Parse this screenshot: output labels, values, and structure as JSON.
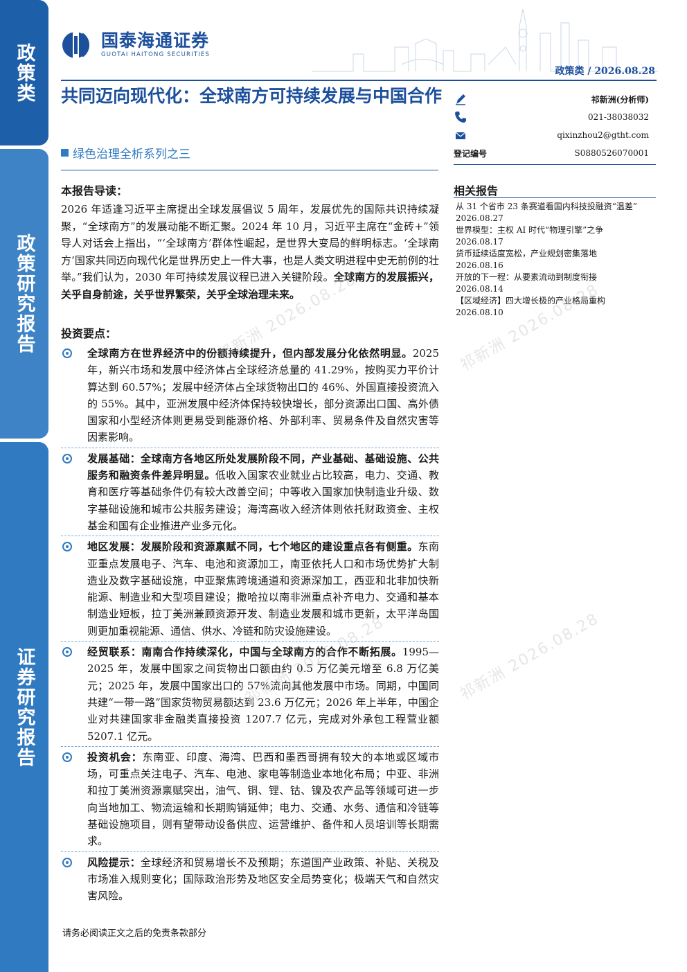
{
  "sidebar": [
    "政策类",
    "政策研究报告",
    "证券研究报告"
  ],
  "header": {
    "brand_cn": "国泰海通证券",
    "brand_en": "GUOTAI HAITONG SECURITIES",
    "category": "政策类 / 2026.08.28",
    "brand_color": "#1c4f9c"
  },
  "title": "共同迈向现代化：全球南方可持续发展与中国合作",
  "subtitle": "绿色治理全析系列之三",
  "analyst": {
    "name": "祁新洲(分析师)",
    "phone": "021-38038032",
    "email": "qixinzhou2@gtht.com",
    "reg_label": "登记编号",
    "reg_no": "S0880526070001"
  },
  "lead": {
    "heading": "本报告导读：",
    "text": "2026 年适逢习近平主席提出全球发展倡议 5 周年，发展优先的国际共识持续凝聚，“全球南方”的发展动能不断汇聚。2024 年 10 月，习近平主席在“金砖+”领导人对话会上指出，“‘全球南方’群体性崛起，是世界大变局的鲜明标志。‘全球南方’国家共同迈向现代化是世界历史上一件大事，也是人类文明进程中史无前例的壮举。”我们认为，2030 年可持续发展议程已进入关键阶段。",
    "bold": "全球南方的发展振兴，关乎自身前途，关乎世界繁荣，关乎全球治理未来。"
  },
  "invest": {
    "heading": "投资要点：",
    "points": [
      {
        "bold": "全球南方在世界经济中的份额持续提升，但内部发展分化依然明显。",
        "text": "2025 年，新兴市场和发展中经济体占全球经济总量的 41.29%，按购买力平价计算达到 60.57%；发展中经济体占全球货物出口的 46%、外国直接投资流入的 55%。其中，亚洲发展中经济体保持较快增长，部分资源出口国、高外债国家和小型经济体则更易受到能源价格、外部利率、贸易条件及自然灾害等因素影响。"
      },
      {
        "bold": "发展基础：全球南方各地区所处发展阶段不同，产业基础、基础设施、公共服务和融资条件差异明显。",
        "text": "低收入国家农业就业占比较高，电力、交通、教育和医疗等基础条件仍有较大改善空间；中等收入国家加快制造业升级、数字基础设施和城市公共服务建设；海湾高收入经济体则依托财政资金、主权基金和国有企业推进产业多元化。"
      },
      {
        "bold": "地区发展：发展阶段和资源禀赋不同，七个地区的建设重点各有侧重。",
        "text": "东南亚重点发展电子、汽车、电池和资源加工，南亚依托人口和市场优势扩大制造业及数字基础设施，中亚聚焦跨境通道和资源深加工，西亚和北非加快新能源、制造业和大型项目建设；撒哈拉以南非洲重点补齐电力、交通和基本制造业短板，拉丁美洲兼顾资源开发、制造业发展和城市更新，太平洋岛国则更加重视能源、通信、供水、冷链和防灾设施建设。"
      },
      {
        "bold": "经贸联系：南南合作持续深化，中国与全球南方的合作不断拓展。",
        "text": "1995—2025 年，发展中国家之间货物出口额由约 0.5 万亿美元增至 6.8 万亿美元；2025 年，发展中国家出口的 57%流向其他发展中市场。同期，中国同共建“一带一路”国家货物贸易额达到 23.6 万亿元；2026 年上半年，中国企业对共建国家非金融类直接投资 1207.7 亿元，完成对外承包工程营业额 5207.1 亿元。"
      },
      {
        "bold": "投资机会：",
        "text": "东南亚、印度、海湾、巴西和墨西哥拥有较大的本地或区域市场，可重点关注电子、汽车、电池、家电等制造业本地化布局；中亚、非洲和拉丁美洲资源禀赋突出，油气、铜、锂、钴、镍及农产品等领域可进一步向当地加工、物流运输和长期购销延伸；电力、交通、水务、通信和冷链等基础设施项目，则有望带动设备供应、运营维护、备件和人员培训等长期需求。"
      },
      {
        "bold": "风险提示：",
        "text": "全球经济和贸易增长不及预期；东道国产业政策、补贴、关税及市场准入规则变化；国际政治形势及地区安全局势变化；极端天气和自然灾害风险。"
      }
    ]
  },
  "related": {
    "heading": "相关报告",
    "items": [
      {
        "title": "从 31 个省市 23 条赛道看国内科技投融资“温差”",
        "date": "2026.08.27"
      },
      {
        "title": "世界模型：主权 AI 时代“物理引擎”之争",
        "date": "2026.08.17"
      },
      {
        "title": "货币延续适度宽松，产业规划密集落地",
        "date": "2026.08.16"
      },
      {
        "title": "开放的下一程：从要素流动到制度衔接",
        "date": "2026.08.14"
      },
      {
        "title": "【区域经济】四大增长极的产业格局重构",
        "date": "2026.08.10"
      }
    ]
  },
  "watermark": "祁新洲 2026.08.28",
  "footer": "请务必阅读正文之后的免责条款部分"
}
